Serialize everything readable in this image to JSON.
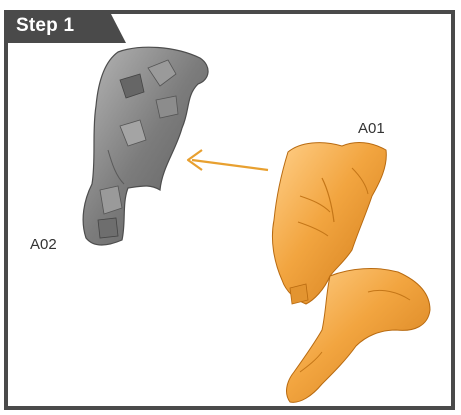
{
  "step": {
    "label": "Step 1"
  },
  "parts": {
    "a01": {
      "label": "A01",
      "color": "#f0a53a"
    },
    "a02": {
      "label": "A02",
      "color": "#7a7a7a"
    }
  },
  "arrow": {
    "color": "#e8a030"
  },
  "colors": {
    "frame": "#4a4a4a",
    "background": "#ffffff"
  }
}
